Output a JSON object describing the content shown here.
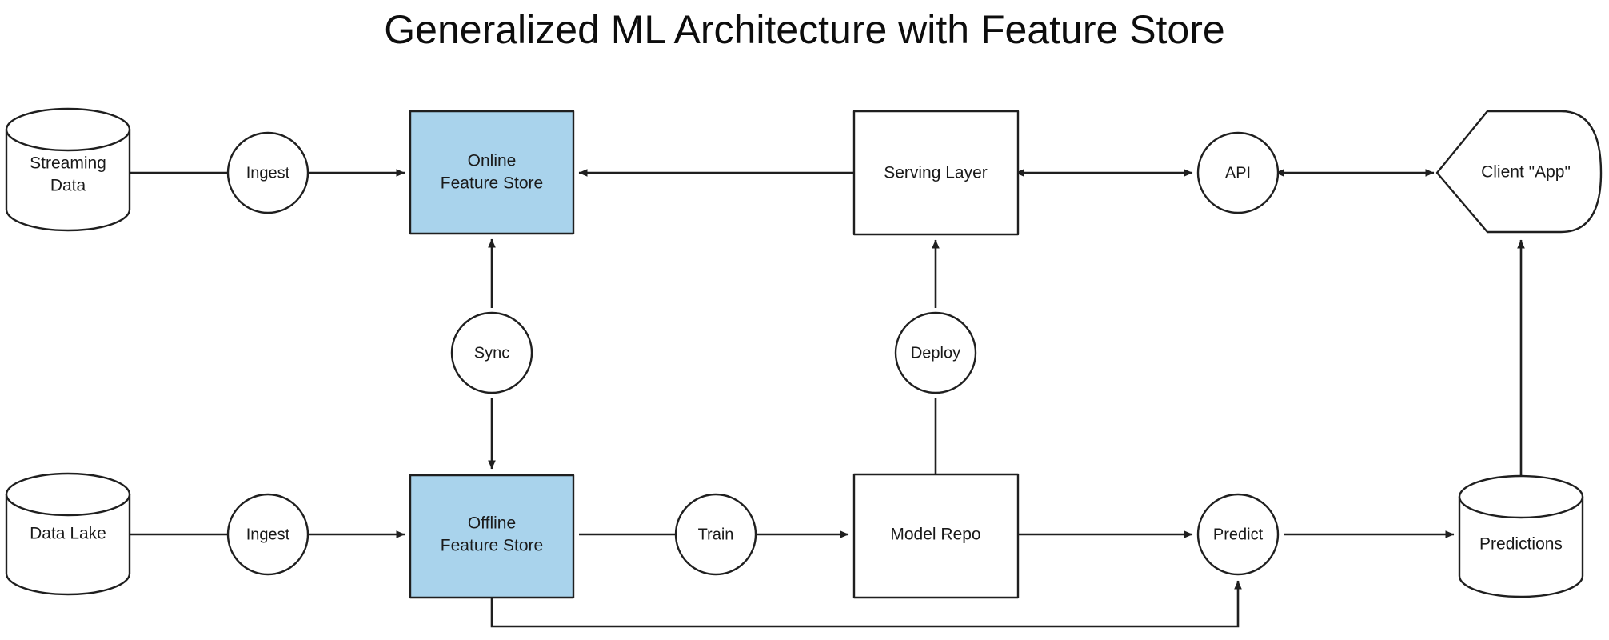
{
  "title": "Generalized ML Architecture with Feature Store",
  "colors": {
    "accent": "#a9d3ec",
    "stroke": "#1f1f1f",
    "background": "#ffffff",
    "text": "#1a1a1a"
  },
  "nodes": {
    "streaming_data": {
      "label_line1": "Streaming",
      "label_line2": "Data",
      "shape": "cylinder"
    },
    "ingest_top": {
      "label": "Ingest",
      "shape": "circle"
    },
    "online_feature_store": {
      "label_line1": "Online",
      "label_line2": "Feature Store",
      "shape": "rectangle",
      "highlighted": true
    },
    "serving_layer": {
      "label": "Serving Layer",
      "shape": "rectangle"
    },
    "api": {
      "label": "API",
      "shape": "circle"
    },
    "client_app": {
      "label": "Client \"App\"",
      "shape": "hexagon-tape"
    },
    "sync": {
      "label": "Sync",
      "shape": "circle"
    },
    "deploy": {
      "label": "Deploy",
      "shape": "circle"
    },
    "data_lake": {
      "label": "Data Lake",
      "shape": "cylinder"
    },
    "ingest_bottom": {
      "label": "Ingest",
      "shape": "circle"
    },
    "offline_feature_store": {
      "label_line1": "Offline",
      "label_line2": "Feature Store",
      "shape": "rectangle",
      "highlighted": true
    },
    "train": {
      "label": "Train",
      "shape": "circle"
    },
    "model_repo": {
      "label": "Model Repo",
      "shape": "rectangle"
    },
    "predict": {
      "label": "Predict",
      "shape": "circle"
    },
    "predictions": {
      "label": "Predictions",
      "shape": "cylinder"
    }
  },
  "edges": [
    {
      "from": "streaming_data",
      "to": "ingest_top",
      "arrow": "none"
    },
    {
      "from": "ingest_top",
      "to": "online_feature_store",
      "arrow": "end"
    },
    {
      "from": "serving_layer",
      "to": "online_feature_store",
      "arrow": "end"
    },
    {
      "from": "serving_layer",
      "to": "api",
      "arrow": "both"
    },
    {
      "from": "api",
      "to": "client_app",
      "arrow": "both"
    },
    {
      "from": "online_feature_store",
      "to": "offline_feature_store",
      "arrow": "both",
      "via": "sync"
    },
    {
      "from": "model_repo",
      "to": "serving_layer",
      "arrow": "end",
      "via": "deploy"
    },
    {
      "from": "data_lake",
      "to": "ingest_bottom",
      "arrow": "none"
    },
    {
      "from": "ingest_bottom",
      "to": "offline_feature_store",
      "arrow": "end"
    },
    {
      "from": "offline_feature_store",
      "to": "train",
      "arrow": "none"
    },
    {
      "from": "train",
      "to": "model_repo",
      "arrow": "end"
    },
    {
      "from": "model_repo",
      "to": "predict",
      "arrow": "end"
    },
    {
      "from": "predict",
      "to": "predictions",
      "arrow": "end"
    },
    {
      "from": "offline_feature_store",
      "to": "predict",
      "arrow": "end",
      "routing": "orthogonal-bottom"
    },
    {
      "from": "predictions",
      "to": "client_app",
      "arrow": "end",
      "routing": "vertical"
    }
  ]
}
